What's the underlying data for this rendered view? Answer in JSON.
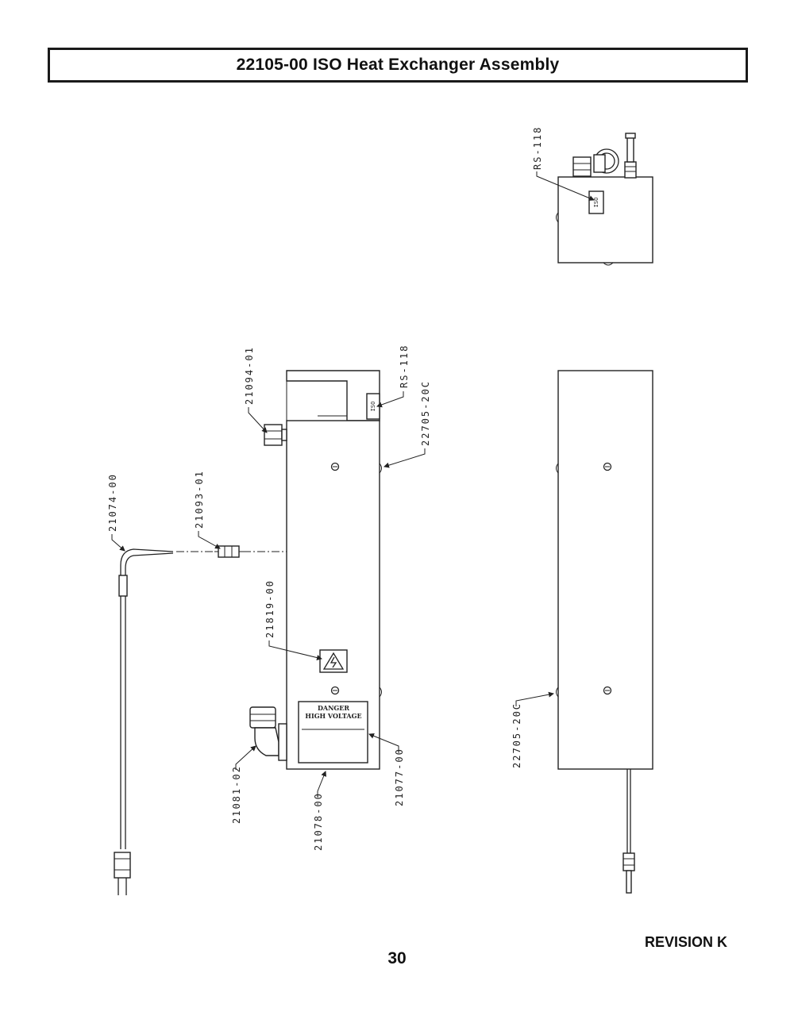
{
  "header": {
    "title": "22105-00  ISO Heat Exchanger Assembly"
  },
  "footer": {
    "revision": "REVISION K",
    "page_number": "30"
  },
  "tags": {
    "iso": "ISO"
  },
  "warning_label": {
    "line1": "DANGER",
    "line2": "HIGH VOLTAGE"
  },
  "callouts": {
    "top_view_rs": "RS-118",
    "side_rs": "RS-118",
    "fitting_top": "21094-01",
    "screw_top": "22705-20C",
    "probe": "21074-00",
    "probe_fitting": "21093-01",
    "warning_decal": "21819-00",
    "elbow": "21081-02",
    "housing": "21078-00",
    "danger_label": "21077-00",
    "rear_screw": "22705-20C"
  }
}
